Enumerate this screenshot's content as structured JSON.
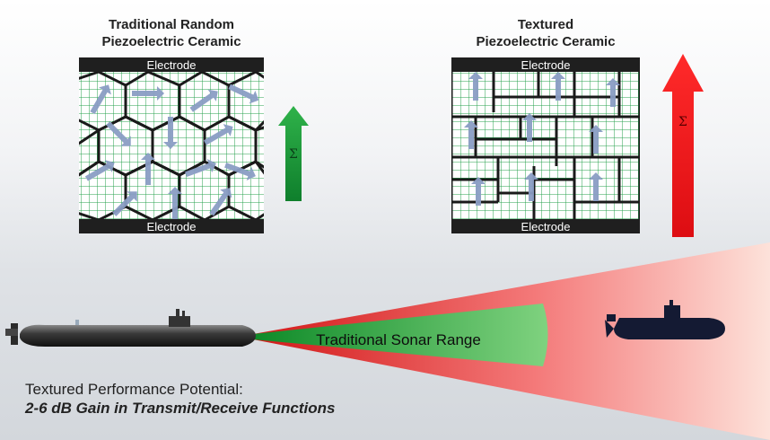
{
  "left_panel": {
    "title_line1": "Traditional  Random",
    "title_line2": "Piezoelectric  Ceramic",
    "electrode_top": "Electrode",
    "electrode_bottom": "Electrode",
    "sum_symbol": "Σ"
  },
  "right_panel": {
    "title_line1": "Textured",
    "title_line2": "Piezoelectric  Ceramic",
    "electrode_top": "Electrode",
    "electrode_bottom": "Electrode",
    "sum_symbol": "Σ"
  },
  "sonar": {
    "traditional_label": "Traditional  Sonar Range"
  },
  "caption": {
    "line1": "Textured Performance Potential:",
    "line2": "2-6 dB Gain in Transmit/Receive Functions"
  },
  "colors": {
    "grid_green": "#27a24e",
    "small_arrow": "#8a9dc4",
    "left_big_arrow": "#1e9a3c",
    "right_big_arrow": "#e8161b",
    "beam_red": "#f04a4a",
    "beam_green": "#3cb43c"
  }
}
